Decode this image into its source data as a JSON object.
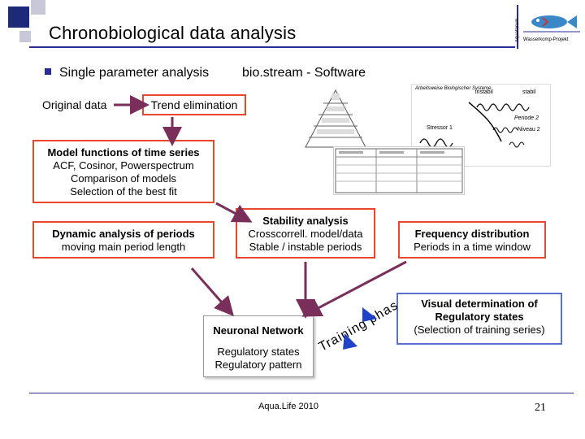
{
  "header": {
    "title": "Chronobiological data analysis",
    "logo_text": "Aquaforum",
    "logo_caption": "Wasserkomp-Projekt"
  },
  "bullets": {
    "left": "Single parameter analysis",
    "right": "bio.stream - Software"
  },
  "flow": {
    "original": "Original data",
    "trend": "Trend elimination",
    "model": {
      "title": "Model functions of time series",
      "lines": [
        "ACF, Cosinor, Powerspectrum",
        "Comparison of models",
        "Selection of the best fit"
      ]
    },
    "dynamic": {
      "title": "Dynamic analysis of periods",
      "line": "moving main period length"
    },
    "stability": {
      "title": "Stability analysis",
      "lines": [
        "Crosscorrell. model/data",
        "Stable / instable periods"
      ]
    },
    "frequency": {
      "title": "Frequency distribution",
      "line": "Periods in a time window"
    },
    "visual": {
      "title_1": "Visual determination of",
      "title_2": "Regulatory states",
      "line": "(Selection of training series)"
    },
    "neural": {
      "title": "Neuronal Network",
      "lines": [
        "Regulatory states",
        "Regulatory pattern"
      ]
    },
    "training": "Training phase"
  },
  "thumbnail": {
    "heading": "Arbeitsweise Biologischer Systeme",
    "labels": [
      "instabil",
      "stabil",
      "Periode 2",
      "Stressor 1",
      "Niveau 2"
    ]
  },
  "footer": {
    "center": "Aqua.Life 2010",
    "page": "21"
  },
  "colors": {
    "accent_blue": "#2a2a9a",
    "box_red": "#e8472e",
    "box_blue": "#5b6fd0",
    "arrow": "#7a2f5a",
    "triangle": "#1f44c8"
  }
}
